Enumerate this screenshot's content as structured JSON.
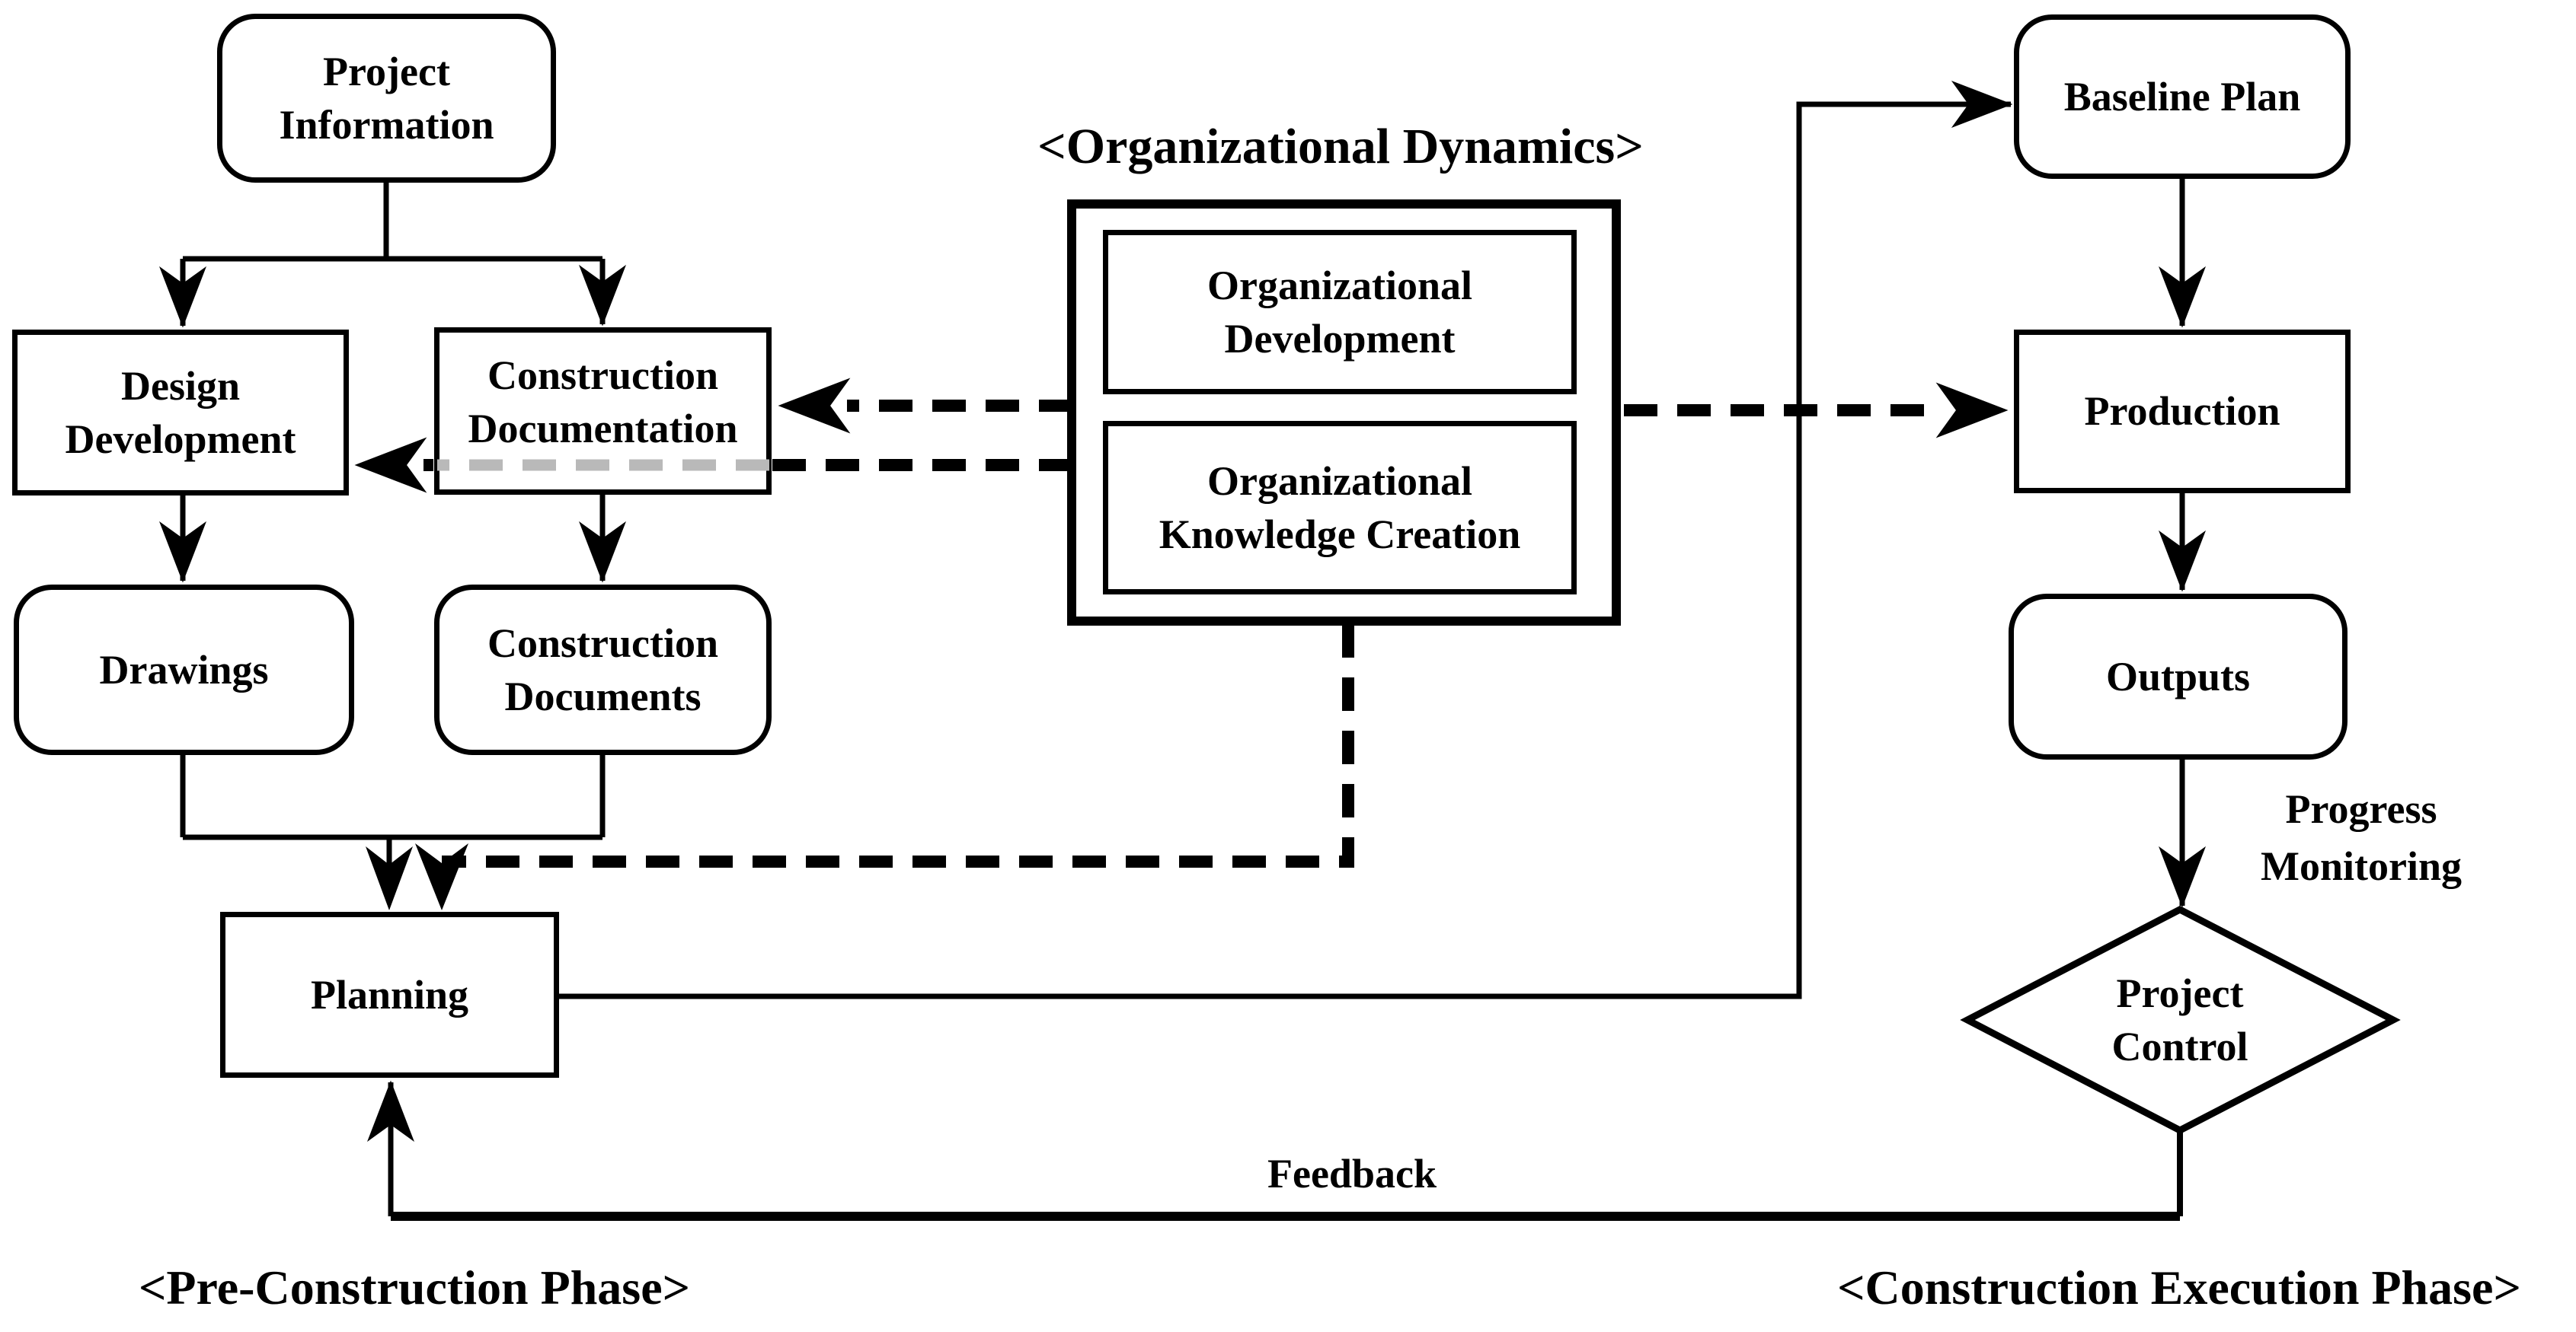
{
  "diagram": {
    "organizational_dynamics_title": "<Organizational Dynamics>",
    "pre_construction_phase_label": "<Pre-Construction Phase>",
    "construction_execution_phase_label": "<Construction Execution Phase>",
    "nodes": {
      "project_information": "Project Information",
      "design_development": "Design Development",
      "construction_documentation": "Construction Documentation",
      "drawings": "Drawings",
      "construction_documents": "Construction Documents",
      "planning": "Planning",
      "organizational_development": "Organizational Development",
      "organizational_knowledge_creation": "Organizational Knowledge Creation",
      "baseline_plan": "Baseline Plan",
      "production": "Production",
      "outputs": "Outputs",
      "project_control": "Project Control"
    },
    "edge_labels": {
      "progress_monitoring": "Progress Monitoring",
      "feedback": "Feedback"
    },
    "colors": {
      "line": "#000000",
      "gray_dash": "#b9b9b9",
      "background": "#ffffff"
    }
  }
}
